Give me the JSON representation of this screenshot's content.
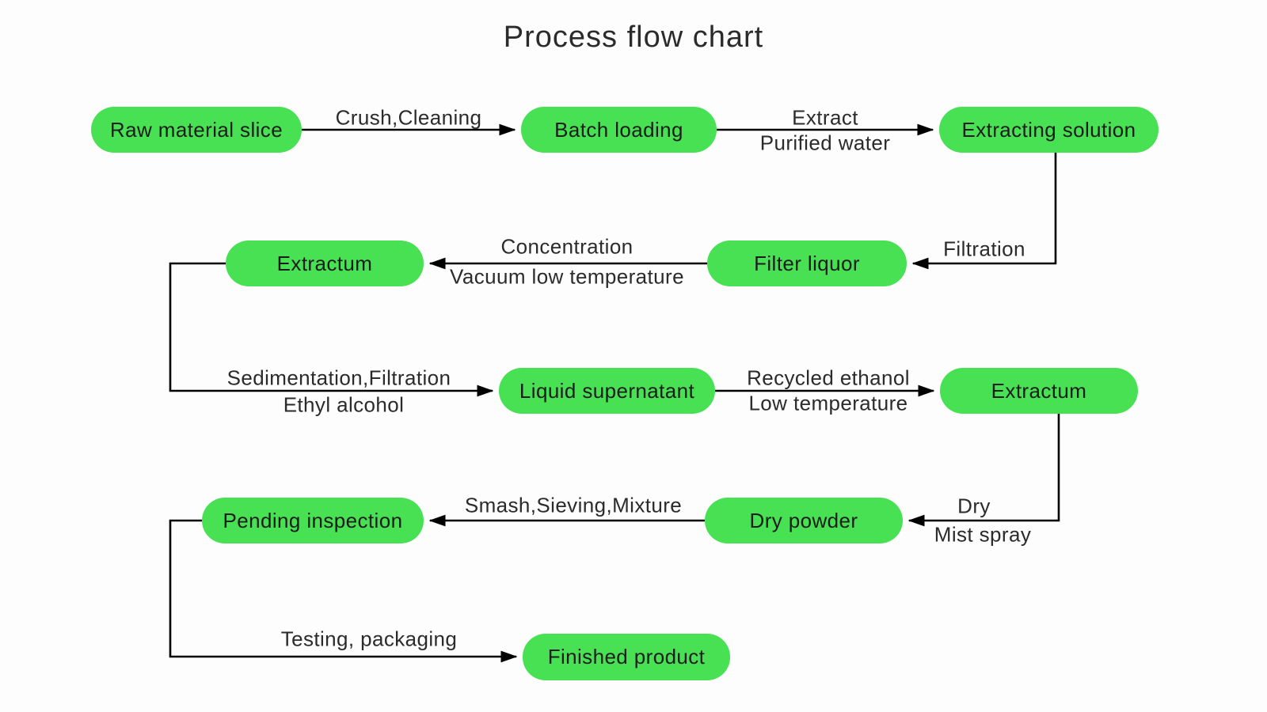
{
  "title": "Process flow chart",
  "colors": {
    "node_fill": "#47e153",
    "line": "#000000",
    "text": "#2b2b2b",
    "node_text": "#1c1c1c",
    "background": "#fdfdfd"
  },
  "nodes": [
    {
      "id": "raw-material-slice",
      "label": "Raw material slice"
    },
    {
      "id": "batch-loading",
      "label": "Batch loading"
    },
    {
      "id": "extracting-solution",
      "label": "Extracting solution"
    },
    {
      "id": "extractum-1",
      "label": "Extractum"
    },
    {
      "id": "filter-liquor",
      "label": "Filter liquor"
    },
    {
      "id": "liquid-supernatant",
      "label": "Liquid supernatant"
    },
    {
      "id": "extractum-2",
      "label": "Extractum"
    },
    {
      "id": "pending-inspection",
      "label": "Pending inspection"
    },
    {
      "id": "dry-powder",
      "label": "Dry powder"
    },
    {
      "id": "finished-product",
      "label": "Finished product"
    }
  ],
  "edges": [
    {
      "from": "raw-material-slice",
      "to": "batch-loading",
      "label1": "Crush,Cleaning",
      "label2": ""
    },
    {
      "from": "batch-loading",
      "to": "extracting-solution",
      "label1": "Extract",
      "label2": "Purified water"
    },
    {
      "from": "extracting-solution",
      "to": "filter-liquor",
      "label1": "Filtration",
      "label2": ""
    },
    {
      "from": "filter-liquor",
      "to": "extractum-1",
      "label1": "Concentration",
      "label2": "Vacuum low temperature"
    },
    {
      "from": "extractum-1",
      "to": "liquid-supernatant",
      "label1": "Sedimentation,Filtration",
      "label2": "Ethyl alcohol"
    },
    {
      "from": "liquid-supernatant",
      "to": "extractum-2",
      "label1": "Recycled ethanol",
      "label2": "Low temperature"
    },
    {
      "from": "extractum-2",
      "to": "dry-powder",
      "label1": "Dry",
      "label2": "Mist spray"
    },
    {
      "from": "dry-powder",
      "to": "pending-inspection",
      "label1": "Smash,Sieving,Mixture",
      "label2": ""
    },
    {
      "from": "pending-inspection",
      "to": "finished-product",
      "label1": "Testing, packaging",
      "label2": ""
    }
  ]
}
